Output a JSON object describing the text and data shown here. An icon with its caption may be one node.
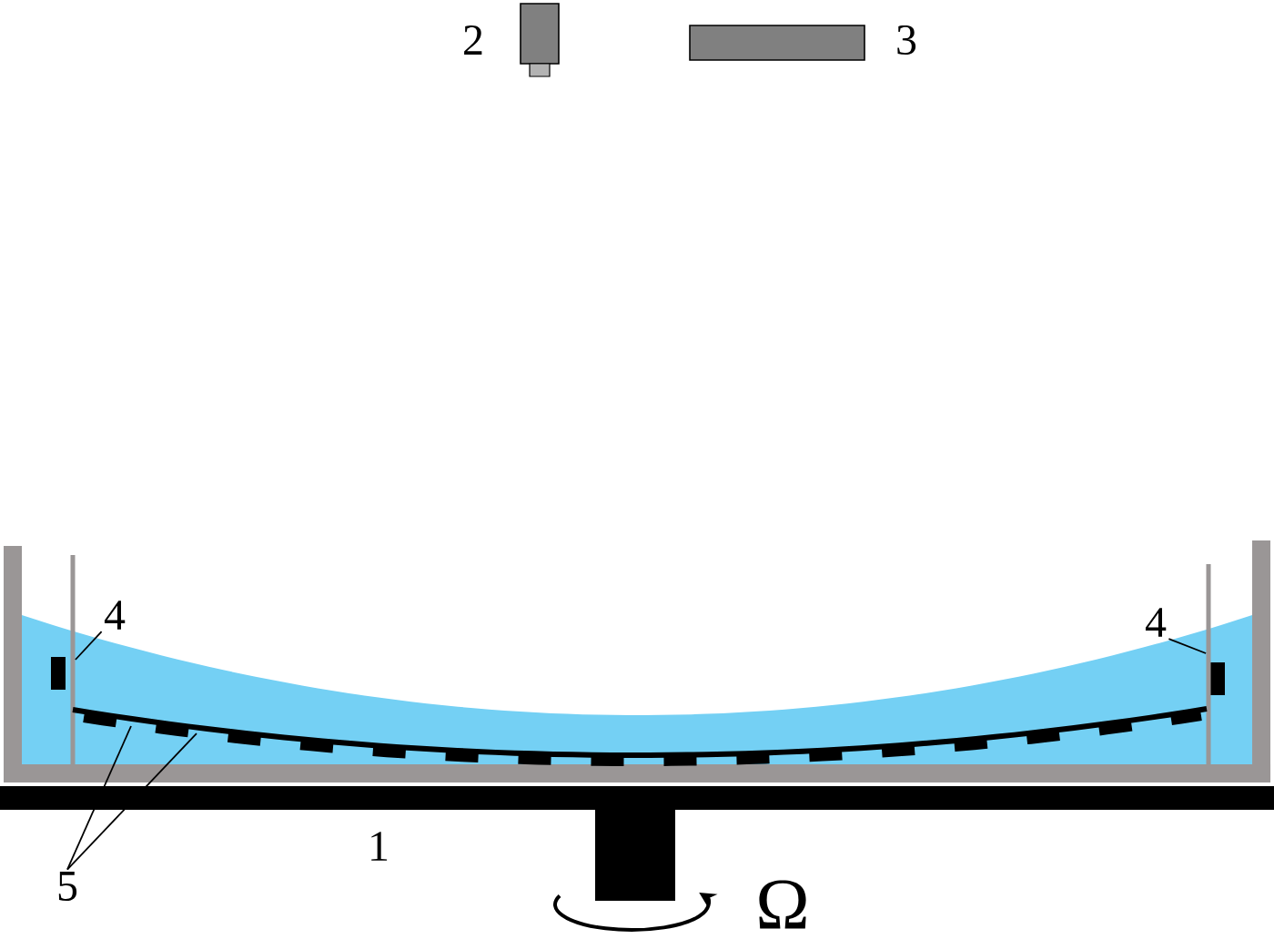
{
  "diagram": {
    "nodes": [
      {
        "text": [
          "4"
        ]
      },
      {
        "text": [],
        "shape": "bar"
      },
      {
        "text": [
          "4"
        ]
      },
      {
        "text": [],
        "shape": "bar"
      },
      {
        "text": [
          "5"
        ]
      },
      {
        "text": [],
        "shape": "bar"
      }
    ],
    "edges": [
      {
        "from": 0,
        "to": 1,
        "arrow": "none"
      },
      {
        "from": 2,
        "to": 3,
        "arrow": "none"
      },
      {
        "from": 4,
        "to": 5,
        "arrow": "none"
      },
      {
        "from": 4,
        "to": 5,
        "arrow": "none"
      }
    ],
    "labels": [
      "2",
      "3",
      "1",
      "Ω"
    ]
  }
}
